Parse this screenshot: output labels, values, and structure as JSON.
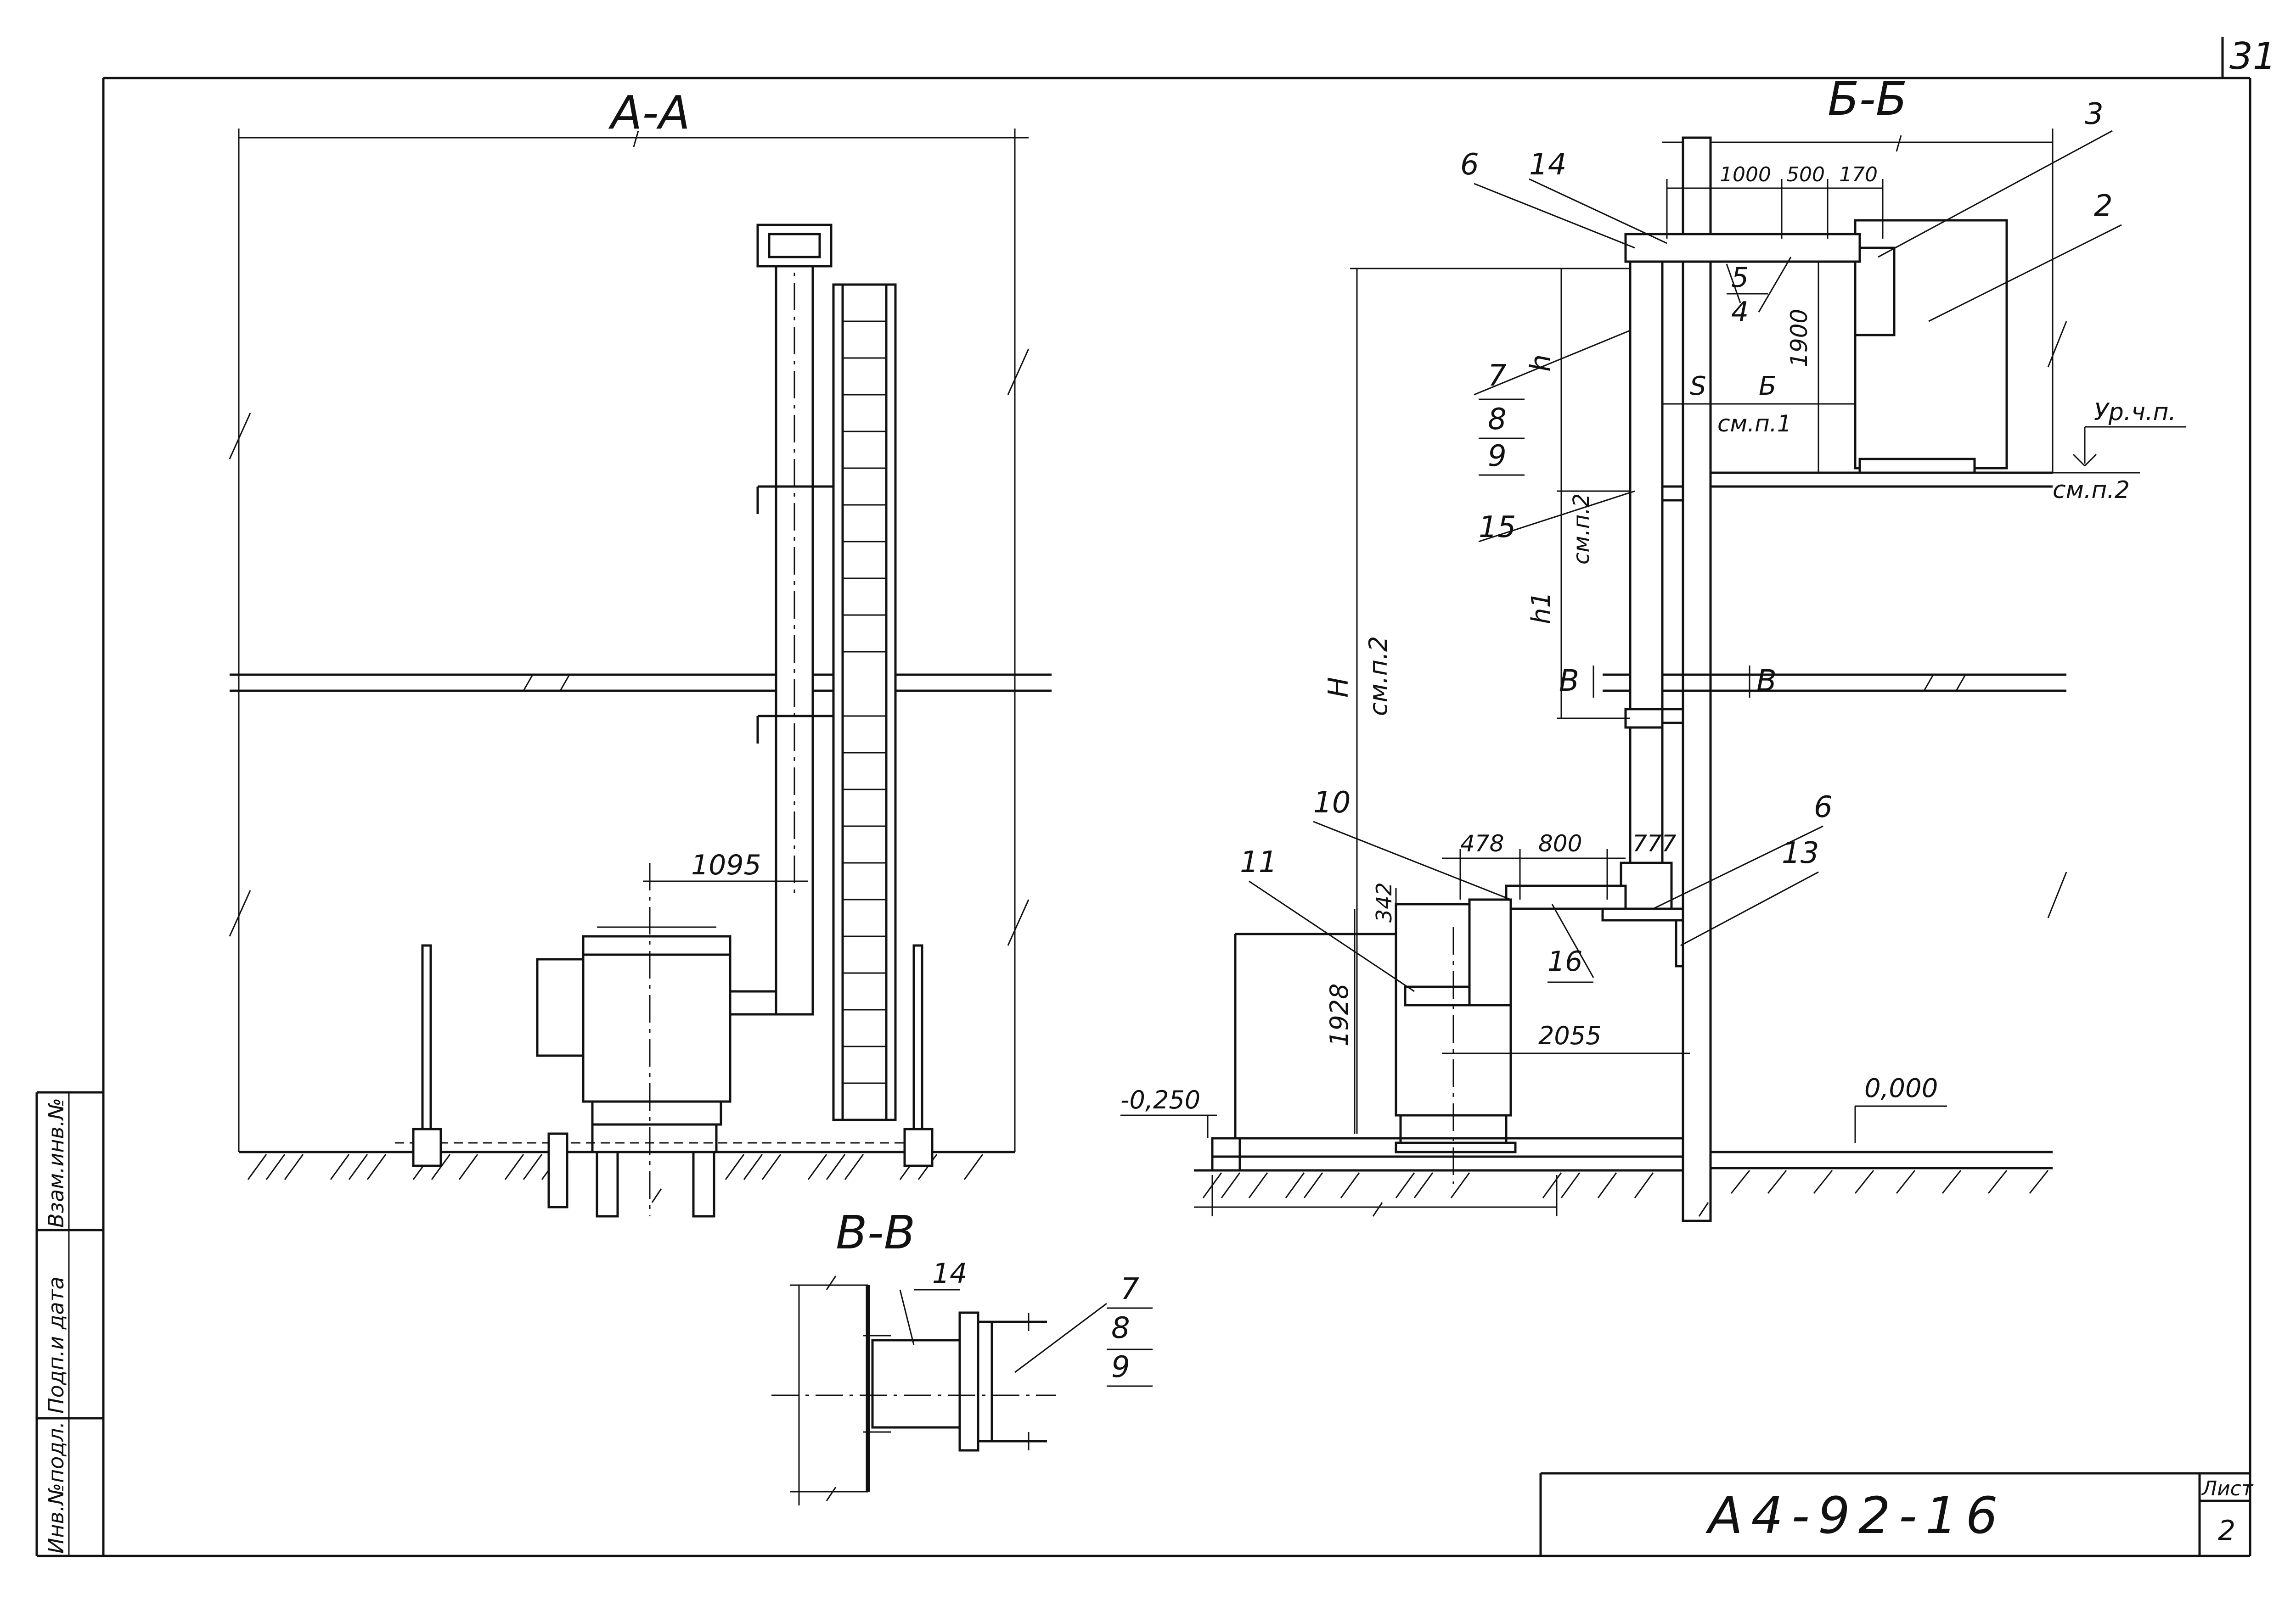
{
  "sheet_number": "31",
  "sections": {
    "aa": "А-А",
    "bb": "Б-Б",
    "vv": "В-В"
  },
  "dimensions": {
    "aa_1095": "1095",
    "d1000": "1000",
    "d500": "500",
    "d170": "170",
    "d1900": "1900",
    "d478": "478",
    "d800": "800",
    "d777": "777",
    "d342": "342",
    "d1928": "1928",
    "d2055": "2055",
    "s": "S",
    "b": "Б",
    "h": "h",
    "h1": "h1",
    "H": "H"
  },
  "notes": {
    "see_p1": "см.п.1",
    "see_p2_a": "см.п.2",
    "see_p2_b": "см.п.2",
    "see_p2_c": "см.п.2",
    "floor_level": "Ур.ч.п.",
    "elev_minus": "-0,250",
    "elev_zero": "0,000",
    "cut_b_left": "В",
    "cut_b_right": "В"
  },
  "callouts": {
    "c2": "2",
    "c3": "3",
    "c6a": "6",
    "c6b": "6",
    "c14a": "14",
    "c14b": "14",
    "c5": "5",
    "c4": "4",
    "c7a": "7",
    "c8a": "8",
    "c9a": "9",
    "c7b": "7",
    "c8b": "8",
    "c9b": "9",
    "c10": "10",
    "c11": "11",
    "c13": "13",
    "c15": "15",
    "c16": "16"
  },
  "side_stamp": {
    "col1": "Инв.№подл.",
    "col2": "Подп.и дата",
    "col3": "Взам.инв.№"
  },
  "title_block": {
    "doc_code": "А4-92-16",
    "sheet_label": "Лист",
    "sheet_value": "2"
  }
}
